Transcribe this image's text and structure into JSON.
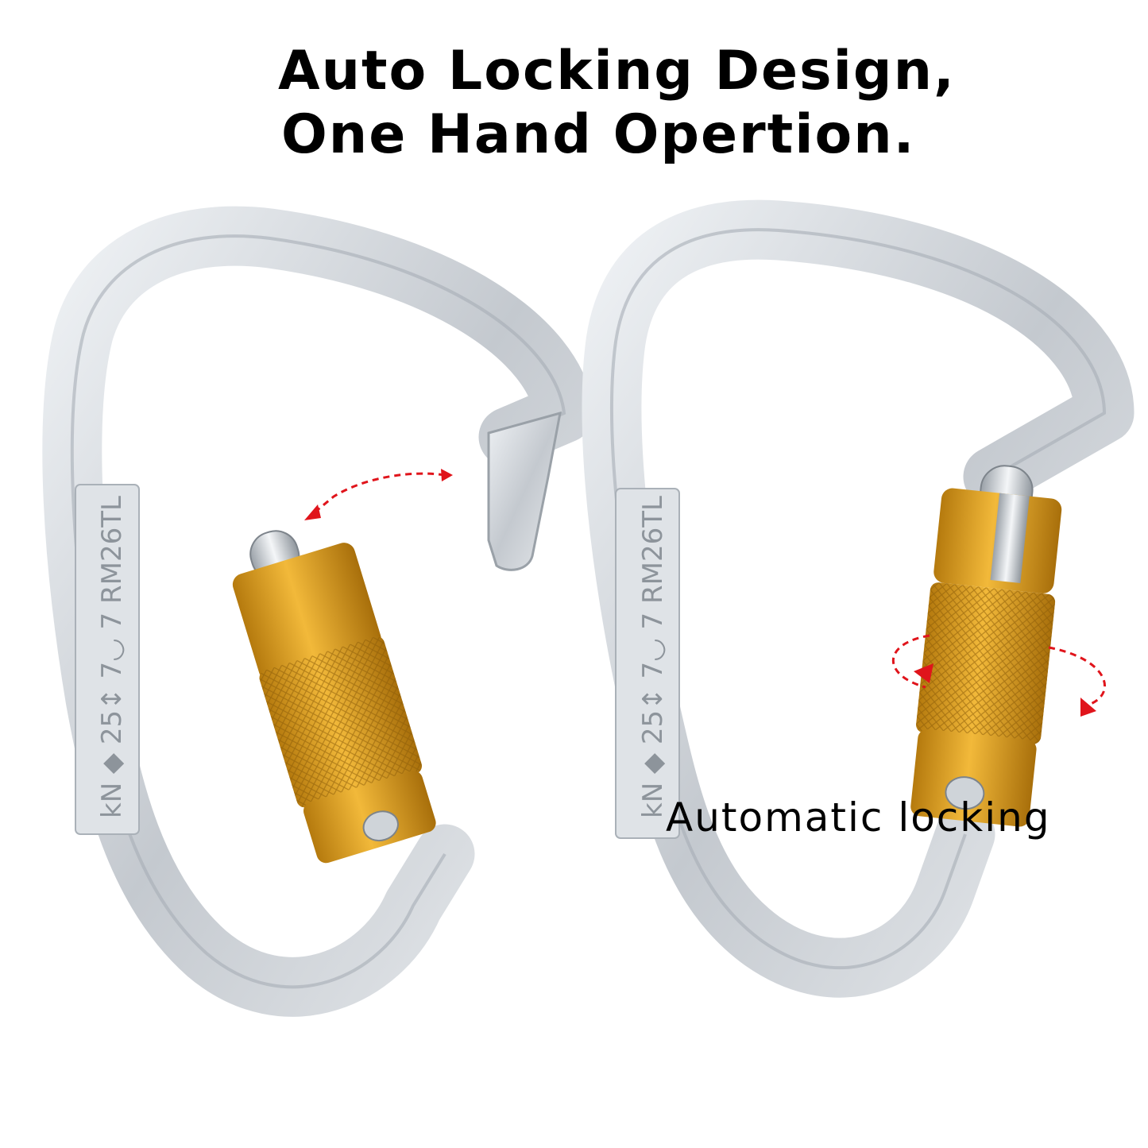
{
  "headline": {
    "line1": "Auto Locking Design,",
    "line2": "One Hand Opertion."
  },
  "caption": "Automatic locking",
  "carabiners": [
    {
      "state": "open",
      "engraving": "kN ◆ 25↕ 7◡ 7 RM26TL"
    },
    {
      "state": "locked",
      "engraving": "kN ◆ 25↕ 7◡ 7 RM26TL"
    }
  ],
  "colors": {
    "frame": "#c9ced3",
    "frame_shadow": "#9aa1a8",
    "gate": "#e0a11e",
    "gate_dark": "#a8700c",
    "arrow": "#e0141b"
  }
}
